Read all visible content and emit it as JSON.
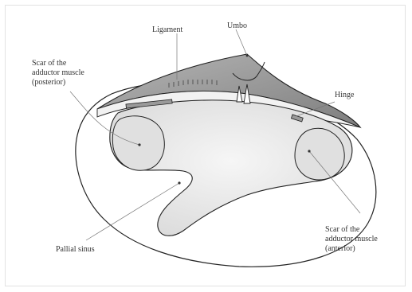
{
  "labels": {
    "ligament": "Ligament",
    "umbo": "Umbo",
    "posterior_scar_1": "Scar of the",
    "posterior_scar_2": "adductor muscle",
    "posterior_scar_3": "(posterior)",
    "hinge": "Hinge",
    "pallial_sinus": "Pallial sinus",
    "anterior_scar_1": "Scar of the",
    "anterior_scar_2": "adductor muscle",
    "anterior_scar_3": "(anterior)"
  },
  "colors": {
    "outline": "#222222",
    "ligament_fill": "#9a9a9a",
    "interior_fill": "#e6e6e6",
    "leader": "#777777"
  }
}
